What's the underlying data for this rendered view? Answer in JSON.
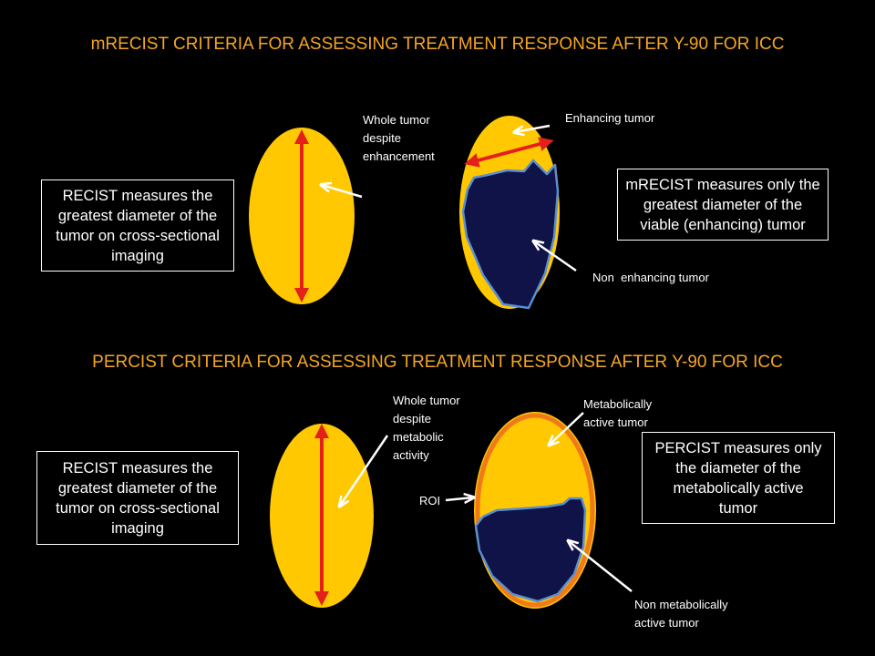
{
  "colors": {
    "background": "#000000",
    "title": "#F5A623",
    "tumor_yellow": "#FFC800",
    "nonenhancing_fill": "#0F1348",
    "nonenhancing_border": "#5B8FD0",
    "measure_arrow": "#E3211A",
    "roi_ring": "#F07A1A",
    "text": "#FFFFFF"
  },
  "top_section": {
    "title": "mRECIST CRITERIA FOR ASSESSING TREATMENT RESPONSE AFTER Y-90 FOR ICC",
    "left_box": [
      "RECIST measures the",
      "greatest diameter of the",
      "tumor on cross-sectional",
      "imaging"
    ],
    "right_box": [
      "mRECIST measures only the",
      "greatest diameter of the",
      "viable (enhancing) tumor"
    ],
    "label_whole_tumor": [
      "Whole tumor",
      "despite",
      "enhancement"
    ],
    "label_enhancing": [
      "Enhancing tumor"
    ],
    "label_non_enhancing": [
      "Non  enhancing tumor"
    ]
  },
  "bottom_section": {
    "title": "PERCIST CRITERIA FOR ASSESSING TREATMENT RESPONSE AFTER Y-90 FOR ICC",
    "left_box": [
      "RECIST measures the",
      "greatest diameter of the",
      "tumor on cross-sectional",
      "imaging"
    ],
    "right_box": [
      "PERCIST measures only",
      "the diameter of the",
      "metabolically active",
      "tumor"
    ],
    "label_whole_tumor": [
      "Whole tumor",
      "despite",
      "metabolic",
      "activity"
    ],
    "label_metabolic": [
      "Metabolically",
      "active tumor"
    ],
    "label_roi": [
      "ROI"
    ],
    "label_non_metabolic": [
      "Non metabolically",
      "active tumor"
    ]
  }
}
